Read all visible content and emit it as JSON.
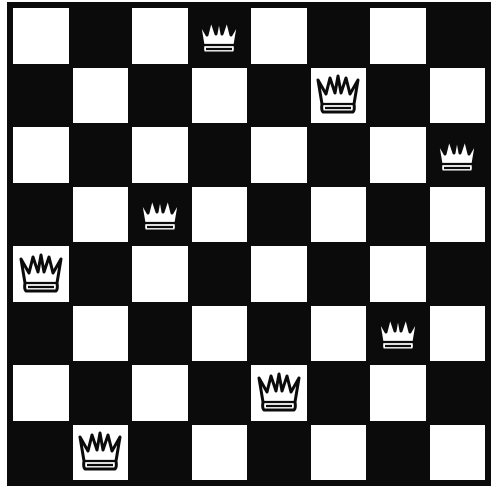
{
  "board": {
    "size": 8,
    "colors": {
      "light": "#ffffff",
      "dark": "#0b0b0b"
    },
    "piece_icon": "queen-crown-icon",
    "queens": [
      {
        "row": 0,
        "col": 3
      },
      {
        "row": 1,
        "col": 5
      },
      {
        "row": 2,
        "col": 7
      },
      {
        "row": 3,
        "col": 2
      },
      {
        "row": 4,
        "col": 0
      },
      {
        "row": 5,
        "col": 6
      },
      {
        "row": 6,
        "col": 4
      },
      {
        "row": 7,
        "col": 1
      }
    ]
  }
}
